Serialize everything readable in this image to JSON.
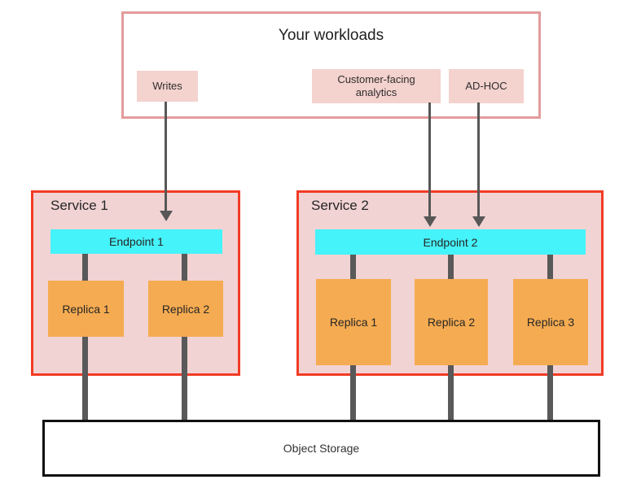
{
  "workloads": {
    "title": "Your workloads",
    "items": [
      {
        "label": "Writes"
      },
      {
        "label": "Customer-facing analytics"
      },
      {
        "label": "AD-HOC"
      }
    ]
  },
  "services": [
    {
      "name": "Service 1",
      "endpoint": {
        "label": "Endpoint 1"
      },
      "replicas": [
        {
          "label": "Replica 1"
        },
        {
          "label": "Replica 2"
        }
      ]
    },
    {
      "name": "Service 2",
      "endpoint": {
        "label": "Endpoint 2"
      },
      "replicas": [
        {
          "label": "Replica 1"
        },
        {
          "label": "Replica 2"
        },
        {
          "label": "Replica 3"
        }
      ]
    }
  ],
  "storage": {
    "label": "Object Storage"
  },
  "colors": {
    "workloads_border": "#e39c9c",
    "workload_item_bg": "#f4d2ce",
    "service_border": "#f23b25",
    "service_bg": "#f2d3d3",
    "endpoint_bg": "#45f3fa",
    "replica_bg": "#f5ab51",
    "connector_gray": "#595959",
    "storage_border": "#111111"
  }
}
